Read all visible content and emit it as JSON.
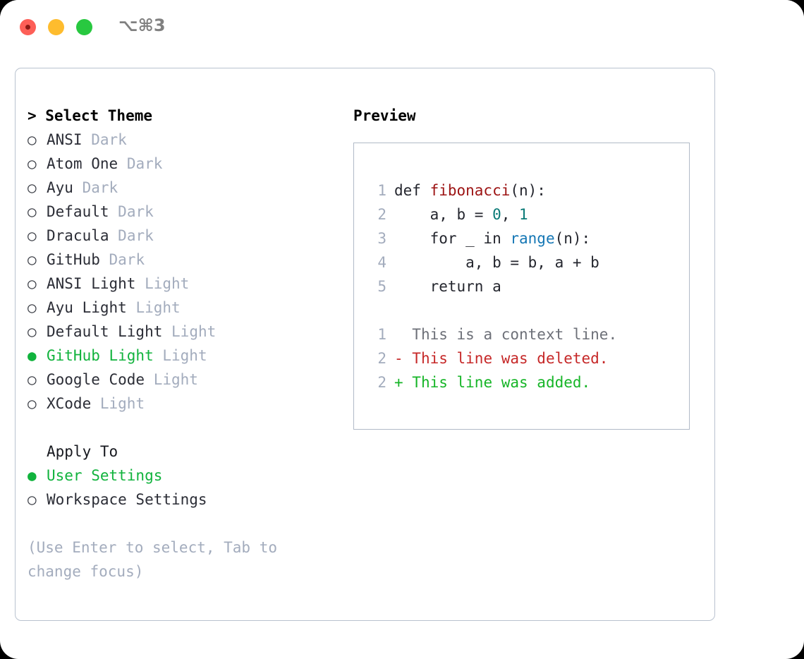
{
  "window": {
    "shortcut": "⌥⌘3",
    "traffic_lights": [
      "close-button",
      "minimize-button",
      "zoom-button"
    ]
  },
  "theme_selector": {
    "header": "> Select Theme",
    "bullet_selected": "●",
    "bullet_unselected": "○",
    "selected_theme": "GitHub Light",
    "items": [
      {
        "name": "ANSI",
        "tag": "Dark",
        "selected": false
      },
      {
        "name": "Atom One",
        "tag": "Dark",
        "selected": false
      },
      {
        "name": "Ayu",
        "tag": "Dark",
        "selected": false
      },
      {
        "name": "Default",
        "tag": "Dark",
        "selected": false
      },
      {
        "name": "Dracula",
        "tag": "Dark",
        "selected": false
      },
      {
        "name": "GitHub",
        "tag": "Dark",
        "selected": false
      },
      {
        "name": "ANSI Light",
        "tag": "Light",
        "selected": false
      },
      {
        "name": "Ayu Light",
        "tag": "Light",
        "selected": false
      },
      {
        "name": "Default Light",
        "tag": "Light",
        "selected": false
      },
      {
        "name": "GitHub Light",
        "tag": "Light",
        "selected": true
      },
      {
        "name": "Google Code",
        "tag": "Light",
        "selected": false
      },
      {
        "name": "XCode",
        "tag": "Light",
        "selected": false
      }
    ]
  },
  "apply_to": {
    "label": "Apply To",
    "options": [
      {
        "name": "User Settings",
        "selected": true
      },
      {
        "name": "Workspace Settings",
        "selected": false
      }
    ]
  },
  "help_text": "(Use Enter to select, Tab to change focus)",
  "preview": {
    "title": "Preview",
    "code": [
      {
        "num": "1",
        "parts": [
          {
            "t": "def ",
            "c": "plain"
          },
          {
            "t": "fibonacci",
            "c": "fn"
          },
          {
            "t": "(n):",
            "c": "plain"
          }
        ]
      },
      {
        "num": "2",
        "parts": [
          {
            "t": "    a, b = ",
            "c": "plain"
          },
          {
            "t": "0",
            "c": "num"
          },
          {
            "t": ", ",
            "c": "plain"
          },
          {
            "t": "1",
            "c": "num"
          }
        ]
      },
      {
        "num": "3",
        "parts": [
          {
            "t": "    for _ in ",
            "c": "plain"
          },
          {
            "t": "range",
            "c": "bi"
          },
          {
            "t": "(n):",
            "c": "plain"
          }
        ]
      },
      {
        "num": "4",
        "parts": [
          {
            "t": "        a, b = b, a + b",
            "c": "plain"
          }
        ]
      },
      {
        "num": "5",
        "parts": [
          {
            "t": "    return a",
            "c": "plain"
          }
        ]
      }
    ],
    "diff": [
      {
        "num": "1",
        "marker": "  ",
        "text": "This is a context line.",
        "kind": "context"
      },
      {
        "num": "2",
        "marker": "- ",
        "text": "This line was deleted.",
        "kind": "deleted"
      },
      {
        "num": "2",
        "marker": "+ ",
        "text": "This line was added.",
        "kind": "added"
      }
    ]
  },
  "colors": {
    "accent_green": "#11b33d",
    "tag_gray": "#a3acbd",
    "diff_add": "#16b527",
    "diff_del": "#c62828",
    "syntax_function": "#9c1313",
    "syntax_number": "#0a7a77",
    "syntax_builtin": "#1577b5"
  }
}
